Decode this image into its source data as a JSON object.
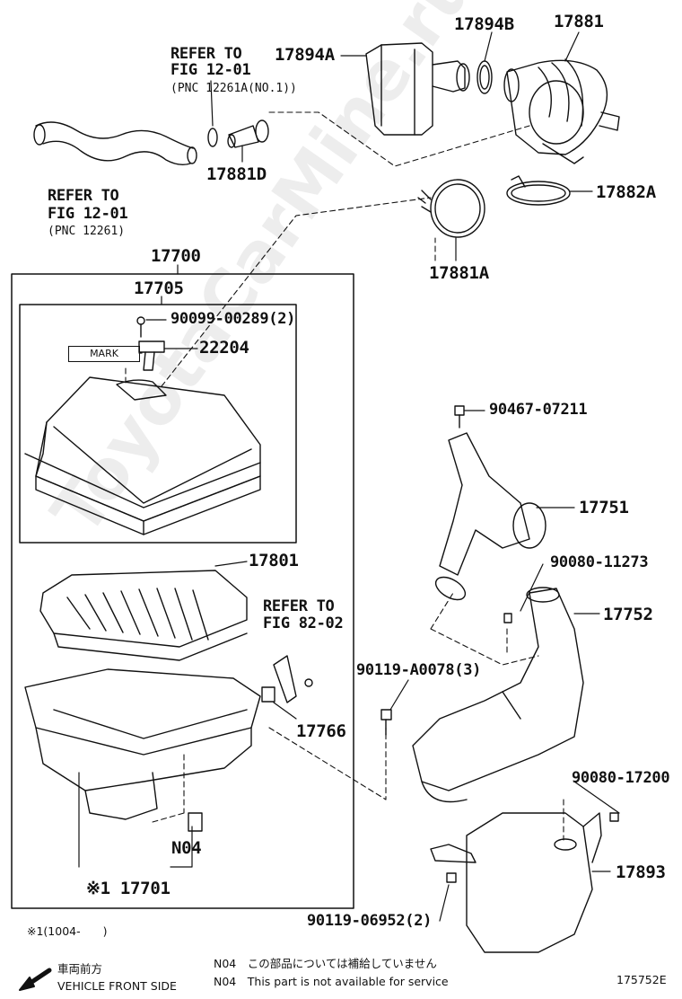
{
  "refs": {
    "fig_12_01_a": {
      "line1": "REFER TO",
      "line2": "FIG 12-01",
      "line3": "(PNC 12261A(NO.1))"
    },
    "fig_12_01_b": {
      "line1": "REFER TO",
      "line2": "FIG 12-01",
      "line3": "(PNC 12261)"
    },
    "fig_82_02": {
      "line1": "REFER TO",
      "line2": "FIG 82-02"
    }
  },
  "parts": {
    "p17894B": "17894B",
    "p17881": "17881",
    "p17894A": "17894A",
    "p17881D": "17881D",
    "p17882A": "17882A",
    "p17881A": "17881A",
    "p17700": "17700",
    "p17705": "17705",
    "p90099": "90099-00289(2)",
    "p22204": "22204",
    "p90467": "90467-07211",
    "p17751": "17751",
    "p17801": "17801",
    "p90080_11273": "90080-11273",
    "p17752": "17752",
    "p90119_A0078": "90119-A0078(3)",
    "p17766": "17766",
    "p90080_17200": "90080-17200",
    "pN04": "N04",
    "p17701": "※1 17701",
    "p17893": "17893",
    "p90119_06952": "90119-06952(2)"
  },
  "mark_label": "MARK",
  "footnote": "※1(1004-　　)",
  "direction": {
    "jp": "車両前方",
    "en": "VEHICLE FRONT SIDE"
  },
  "notice": {
    "jp": "N04　この部品については補給していません",
    "en": "N04　This part is not available for service"
  },
  "figure_id": "175752E",
  "watermark": "ToyotaCarMine.ru"
}
